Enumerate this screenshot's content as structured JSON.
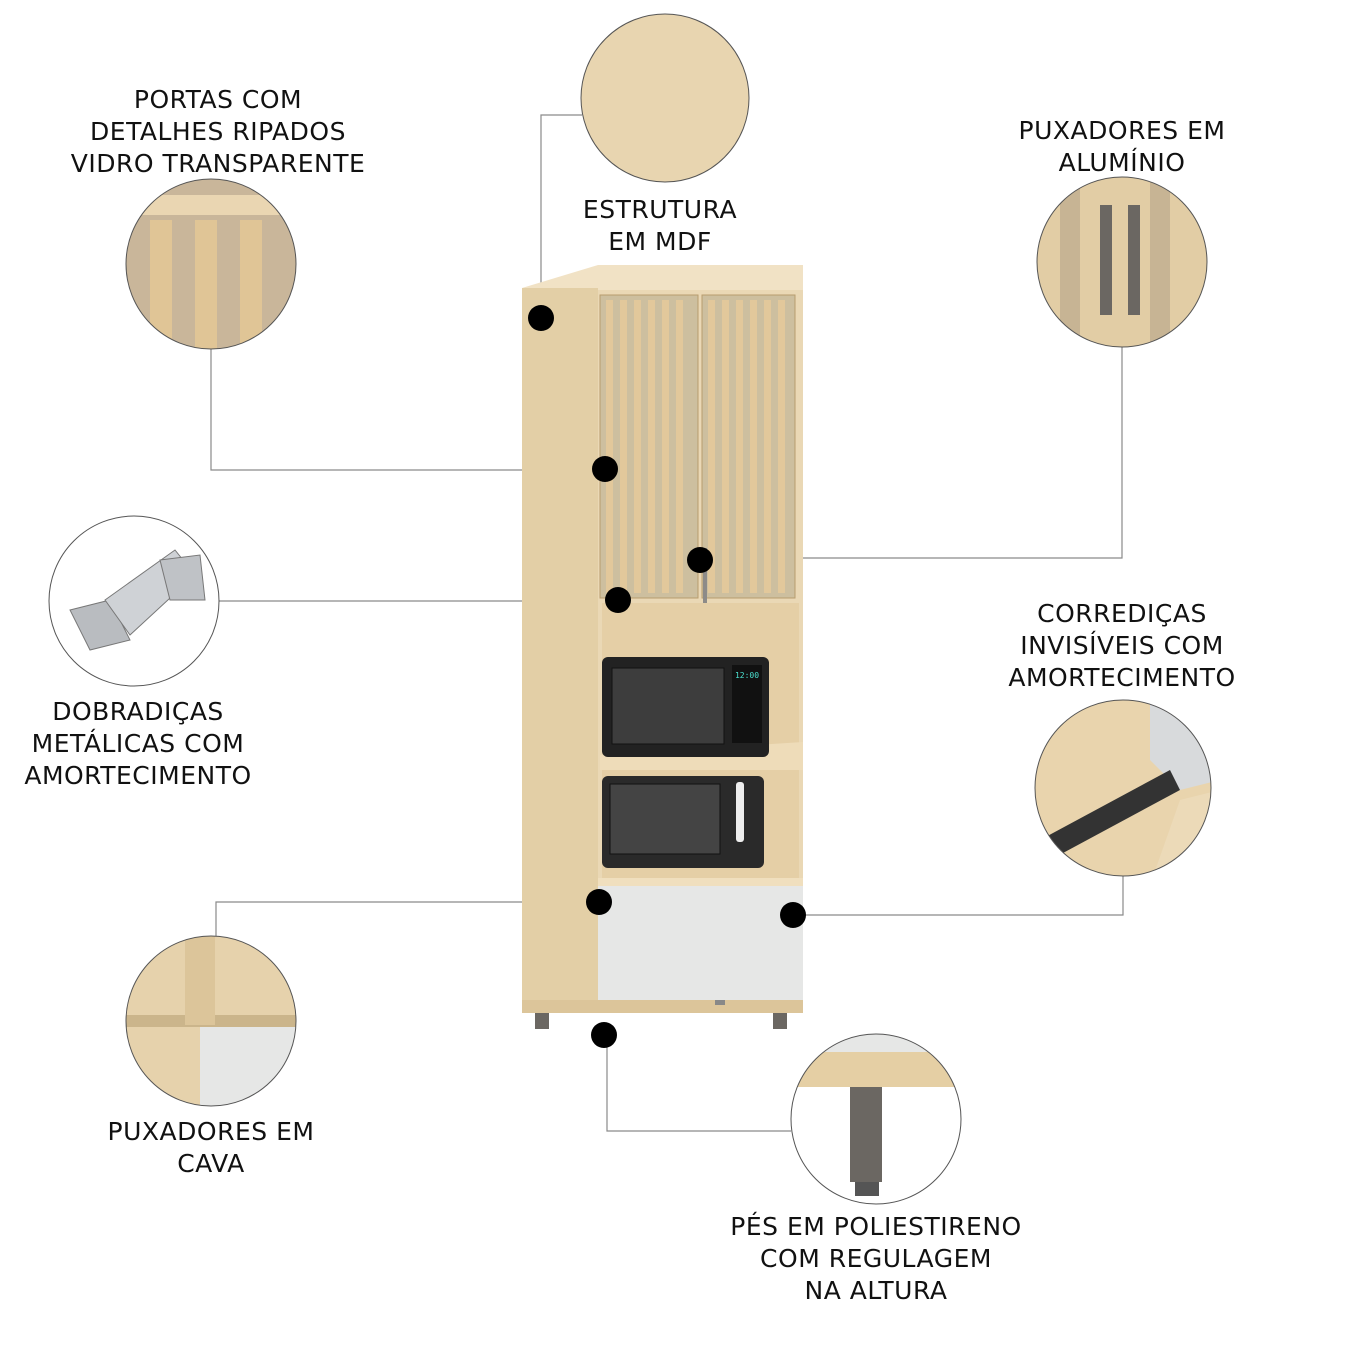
{
  "callouts": {
    "estrutura": {
      "lines": [
        "ESTRUTURA",
        "EM MDF"
      ]
    },
    "portas": {
      "lines": [
        "PORTAS COM",
        "DETALHES RIPADOS",
        "VIDRO TRANSPARENTE"
      ]
    },
    "puxadores_aluminio": {
      "lines": [
        "PUXADORES EM",
        "ALUMÍNIO"
      ]
    },
    "dobradicas": {
      "lines": [
        "DOBRADIÇAS",
        "METÁLICAS COM",
        "AMORTECIMENTO"
      ]
    },
    "corredicas": {
      "lines": [
        "CORREDIÇAS",
        "INVISÍVEIS COM",
        "AMORTECIMENTO"
      ]
    },
    "puxadores_cava": {
      "lines": [
        "PUXADORES EM",
        "CAVA"
      ]
    },
    "pes": {
      "lines": [
        "PÉS EM POLIESTIRENO",
        "COM REGULAGEM",
        "NA ALTURA"
      ]
    }
  },
  "microwave_display": "12:00",
  "colors": {
    "wood": "#e9d6b2",
    "wood_dark": "#d6bf94",
    "drawer": "#e6e7e6",
    "leg": "#6b6762",
    "line": "#8a8a8a",
    "dot": "#000000"
  }
}
